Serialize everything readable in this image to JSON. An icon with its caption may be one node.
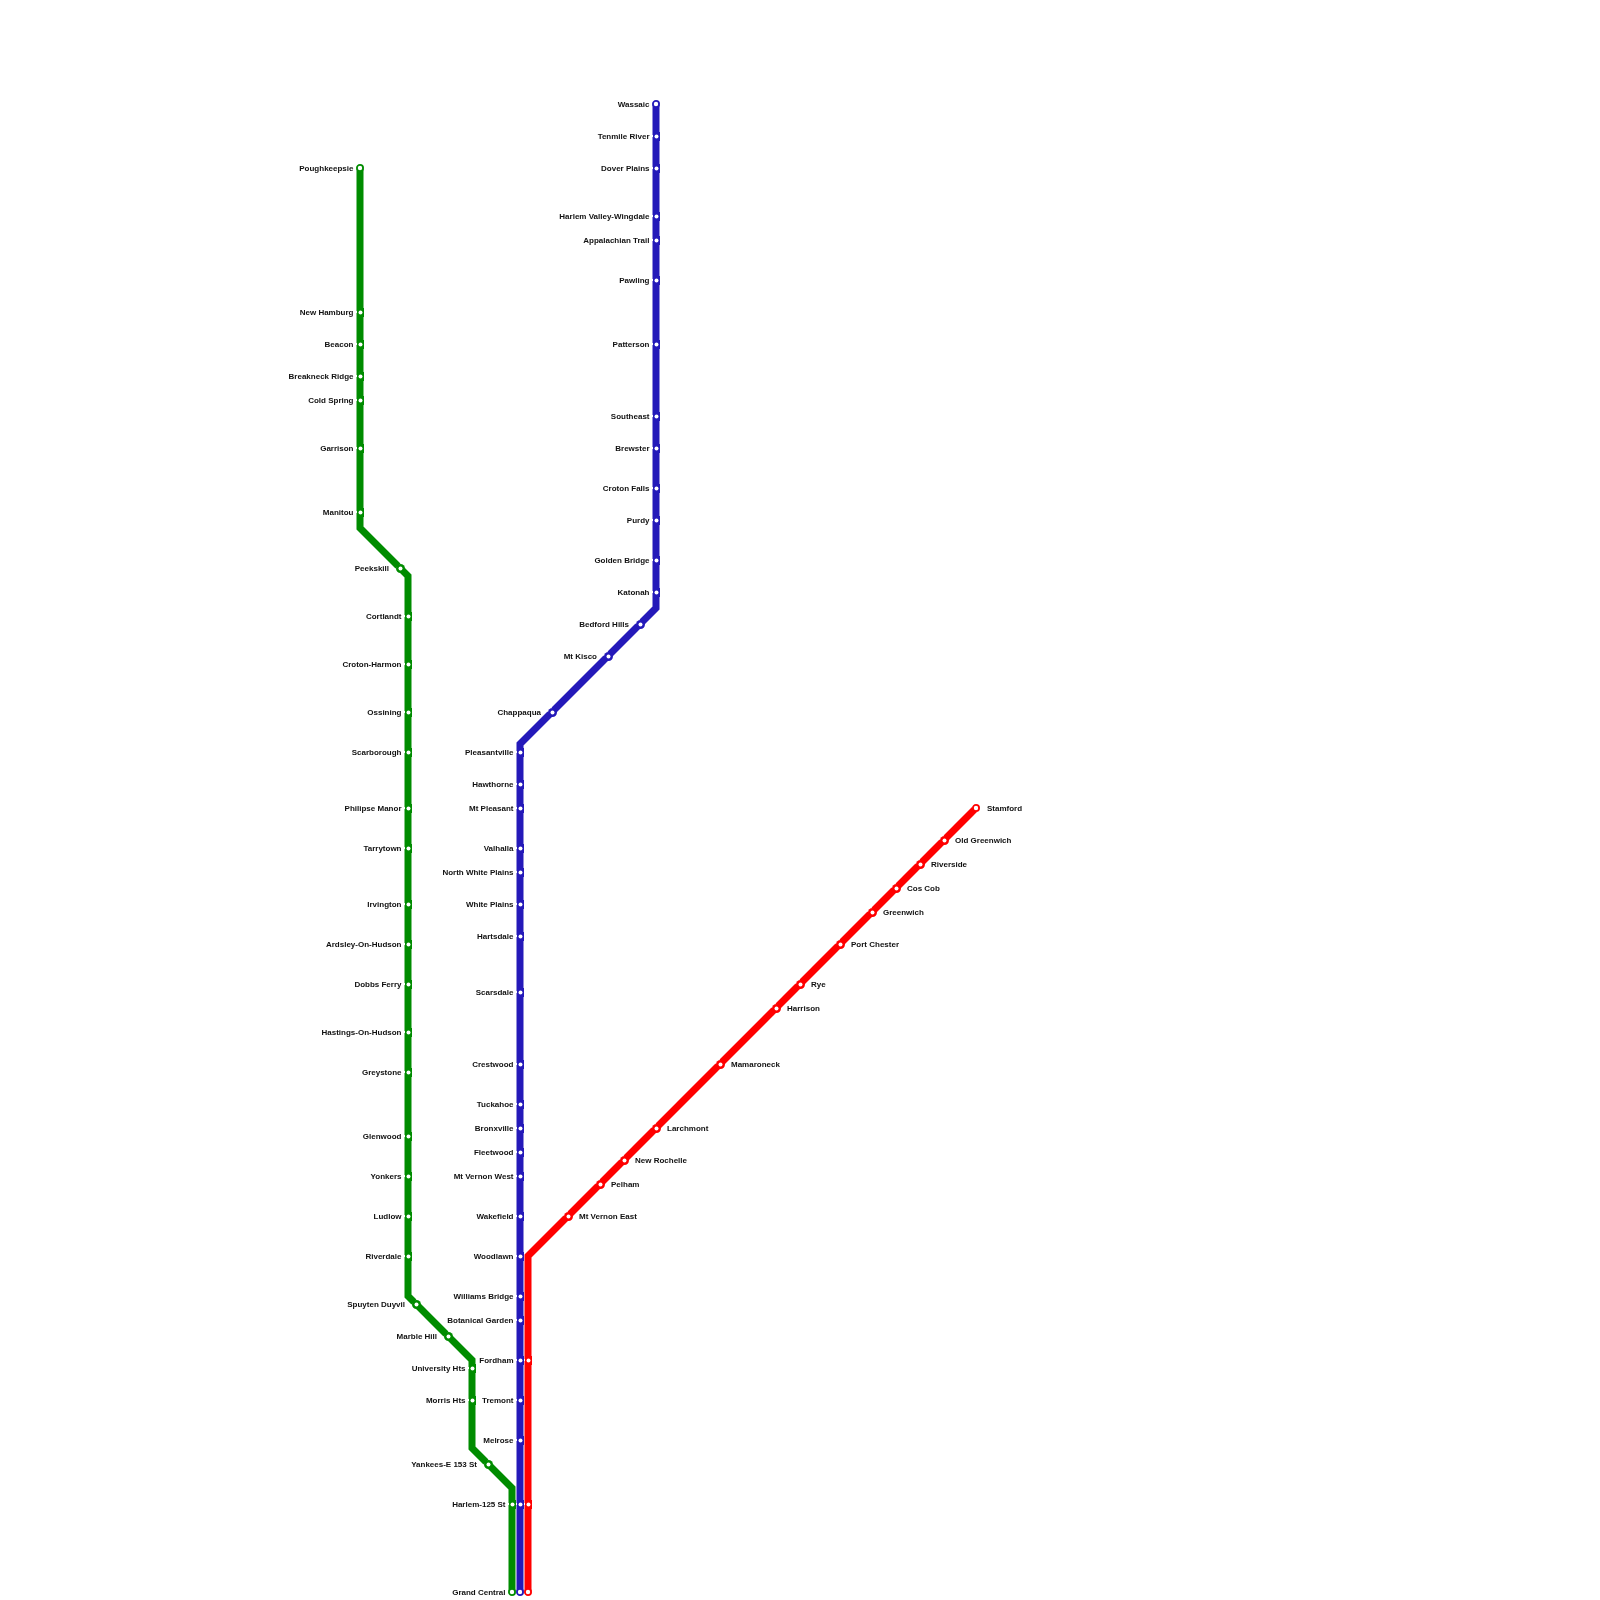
{
  "diagram": {
    "nodes": [
      {
        "text": [
          "Poughkeepsie"
        ]
      },
      {
        "text": [
          "New Hamburg"
        ]
      },
      {
        "text": [
          "Beacon"
        ]
      },
      {
        "text": [
          "Breakneck Ridge"
        ]
      },
      {
        "text": [
          "Cold Spring"
        ]
      },
      {
        "text": [
          "Garrison"
        ]
      },
      {
        "text": [
          "Manitou"
        ]
      },
      {
        "text": [
          "Peekskill"
        ]
      },
      {
        "text": [
          "Cortlandt"
        ]
      },
      {
        "text": [
          "Croton-Harmon"
        ]
      },
      {
        "text": [
          "Ossining"
        ]
      },
      {
        "text": [
          "Scarborough"
        ]
      },
      {
        "text": [
          "Philipse Manor"
        ]
      },
      {
        "text": [
          "Tarrytown"
        ]
      },
      {
        "text": [
          "Irvington"
        ]
      },
      {
        "text": [
          "Ardsley-On-Hudson"
        ]
      },
      {
        "text": [
          "Dobbs Ferry"
        ]
      },
      {
        "text": [
          "Hastings-On-Hudson"
        ]
      },
      {
        "text": [
          "Greystone"
        ]
      },
      {
        "text": [
          "Glenwood"
        ]
      },
      {
        "text": [
          "Yonkers"
        ]
      },
      {
        "text": [
          "Ludlow"
        ]
      },
      {
        "text": [
          "Riverdale"
        ]
      },
      {
        "text": [
          "Spuyten Duyvil"
        ]
      },
      {
        "text": [
          "Marble Hill"
        ]
      },
      {
        "text": [
          "University Hts"
        ]
      },
      {
        "text": [
          "Morris Hts"
        ]
      },
      {
        "text": [
          "Yankees-E 153 St"
        ]
      },
      {
        "text": [
          "Wassaic"
        ]
      },
      {
        "text": [
          "Tenmile River"
        ]
      },
      {
        "text": [
          "Dover Plains"
        ]
      },
      {
        "text": [
          "Harlem Valley-Wingdale"
        ]
      },
      {
        "text": [
          "Appalachian Trail"
        ]
      },
      {
        "text": [
          "Pawling"
        ]
      },
      {
        "text": [
          "Patterson"
        ]
      },
      {
        "text": [
          "Southeast"
        ]
      },
      {
        "text": [
          "Brewster"
        ]
      },
      {
        "text": [
          "Croton Falls"
        ]
      },
      {
        "text": [
          "Purdy"
        ]
      },
      {
        "text": [
          "Golden Bridge"
        ]
      },
      {
        "text": [
          "Katonah"
        ]
      },
      {
        "text": [
          "Bedford Hills"
        ]
      },
      {
        "text": [
          "Mt Kisco"
        ]
      },
      {
        "text": [
          "Chappaqua"
        ]
      },
      {
        "text": [
          "Pleasantville"
        ]
      },
      {
        "text": [
          "Hawthorne"
        ]
      },
      {
        "text": [
          "Mt Pleasant"
        ]
      },
      {
        "text": [
          "Valhalla"
        ]
      },
      {
        "text": [
          "North White Plains"
        ]
      },
      {
        "text": [
          "White Plains"
        ]
      },
      {
        "text": [
          "Hartsdale"
        ]
      },
      {
        "text": [
          "Scarsdale"
        ]
      },
      {
        "text": [
          "Crestwood"
        ]
      },
      {
        "text": [
          "Tuckahoe"
        ]
      },
      {
        "text": [
          "Bronxville"
        ]
      },
      {
        "text": [
          "Fleetwood"
        ]
      },
      {
        "text": [
          "Mt Vernon West"
        ]
      },
      {
        "text": [
          "Wakefield"
        ]
      },
      {
        "text": [
          "Woodlawn"
        ]
      },
      {
        "text": [
          "Williams Bridge"
        ]
      },
      {
        "text": [
          "Botanical Garden"
        ]
      },
      {
        "text": [
          "Fordham"
        ]
      },
      {
        "text": [
          "Tremont"
        ]
      },
      {
        "text": [
          "Melrose"
        ]
      },
      {
        "text": [
          "Harlem-125 St"
        ]
      },
      {
        "text": [
          "Grand Central"
        ]
      },
      {
        "text": [
          "Stamford"
        ]
      },
      {
        "text": [
          "Old Greenwich"
        ]
      },
      {
        "text": [
          "Riverside"
        ]
      },
      {
        "text": [
          "Cos Cob"
        ]
      },
      {
        "text": [
          "Greenwich"
        ]
      },
      {
        "text": [
          "Port Chester"
        ]
      },
      {
        "text": [
          "Rye"
        ]
      },
      {
        "text": [
          "Harrison"
        ]
      },
      {
        "text": [
          "Mamaroneck"
        ]
      },
      {
        "text": [
          "Larchmont"
        ]
      },
      {
        "text": [
          "New Rochelle"
        ]
      },
      {
        "text": [
          "Pelham"
        ]
      },
      {
        "text": [
          "Mt Vernon East"
        ]
      }
    ],
    "edges": [
      {
        "from": 0,
        "to": 1,
        "arrow": "none",
        "color": "#008c00"
      },
      {
        "from": 1,
        "to": 2,
        "arrow": "none",
        "color": "#008c00"
      },
      {
        "from": 2,
        "to": 3,
        "arrow": "none",
        "color": "#008c00"
      },
      {
        "from": 3,
        "to": 4,
        "arrow": "none",
        "color": "#008c00"
      },
      {
        "from": 4,
        "to": 5,
        "arrow": "none",
        "color": "#008c00"
      },
      {
        "from": 5,
        "to": 6,
        "arrow": "none",
        "color": "#008c00"
      },
      {
        "from": 6,
        "to": 7,
        "arrow": "none",
        "color": "#008c00"
      },
      {
        "from": 7,
        "to": 8,
        "arrow": "none",
        "color": "#008c00"
      },
      {
        "from": 8,
        "to": 9,
        "arrow": "none",
        "color": "#008c00"
      },
      {
        "from": 9,
        "to": 10,
        "arrow": "none",
        "color": "#008c00"
      },
      {
        "from": 10,
        "to": 11,
        "arrow": "none",
        "color": "#008c00"
      },
      {
        "from": 11,
        "to": 12,
        "arrow": "none",
        "color": "#008c00"
      },
      {
        "from": 12,
        "to": 13,
        "arrow": "none",
        "color": "#008c00"
      },
      {
        "from": 13,
        "to": 14,
        "arrow": "none",
        "color": "#008c00"
      },
      {
        "from": 14,
        "to": 15,
        "arrow": "none",
        "color": "#008c00"
      },
      {
        "from": 15,
        "to": 16,
        "arrow": "none",
        "color": "#008c00"
      },
      {
        "from": 16,
        "to": 17,
        "arrow": "none",
        "color": "#008c00"
      },
      {
        "from": 17,
        "to": 18,
        "arrow": "none",
        "color": "#008c00"
      },
      {
        "from": 18,
        "to": 19,
        "arrow": "none",
        "color": "#008c00"
      },
      {
        "from": 19,
        "to": 20,
        "arrow": "none",
        "color": "#008c00"
      },
      {
        "from": 20,
        "to": 21,
        "arrow": "none",
        "color": "#008c00"
      },
      {
        "from": 21,
        "to": 22,
        "arrow": "none",
        "color": "#008c00"
      },
      {
        "from": 22,
        "to": 23,
        "arrow": "none",
        "color": "#008c00"
      },
      {
        "from": 23,
        "to": 24,
        "arrow": "none",
        "color": "#008c00"
      },
      {
        "from": 24,
        "to": 25,
        "arrow": "none",
        "color": "#008c00"
      },
      {
        "from": 25,
        "to": 26,
        "arrow": "none",
        "color": "#008c00"
      },
      {
        "from": 26,
        "to": 27,
        "arrow": "none",
        "color": "#008c00"
      },
      {
        "from": 27,
        "to": 64,
        "arrow": "none",
        "color": "#008c00"
      },
      {
        "from": 64,
        "to": 65,
        "arrow": "none",
        "color": "#008c00"
      },
      {
        "from": 28,
        "to": 29,
        "arrow": "none",
        "color": "#2419b9"
      },
      {
        "from": 29,
        "to": 30,
        "arrow": "none",
        "color": "#2419b9"
      },
      {
        "from": 30,
        "to": 31,
        "arrow": "none",
        "color": "#2419b9"
      },
      {
        "from": 31,
        "to": 32,
        "arrow": "none",
        "color": "#2419b9"
      },
      {
        "from": 32,
        "to": 33,
        "arrow": "none",
        "color": "#2419b9"
      },
      {
        "from": 33,
        "to": 34,
        "arrow": "none",
        "color": "#2419b9"
      },
      {
        "from": 34,
        "to": 35,
        "arrow": "none",
        "color": "#2419b9"
      },
      {
        "from": 35,
        "to": 36,
        "arrow": "none",
        "color": "#2419b9"
      },
      {
        "from": 36,
        "to": 37,
        "arrow": "none",
        "color": "#2419b9"
      },
      {
        "from": 37,
        "to": 38,
        "arrow": "none",
        "color": "#2419b9"
      },
      {
        "from": 38,
        "to": 39,
        "arrow": "none",
        "color": "#2419b9"
      },
      {
        "from": 39,
        "to": 40,
        "arrow": "none",
        "color": "#2419b9"
      },
      {
        "from": 40,
        "to": 41,
        "arrow": "none",
        "color": "#2419b9"
      },
      {
        "from": 41,
        "to": 42,
        "arrow": "none",
        "color": "#2419b9"
      },
      {
        "from": 42,
        "to": 43,
        "arrow": "none",
        "color": "#2419b9"
      },
      {
        "from": 43,
        "to": 44,
        "arrow": "none",
        "color": "#2419b9"
      },
      {
        "from": 44,
        "to": 45,
        "arrow": "none",
        "color": "#2419b9"
      },
      {
        "from": 45,
        "to": 46,
        "arrow": "none",
        "color": "#2419b9"
      },
      {
        "from": 46,
        "to": 47,
        "arrow": "none",
        "color": "#2419b9"
      },
      {
        "from": 47,
        "to": 48,
        "arrow": "none",
        "color": "#2419b9"
      },
      {
        "from": 48,
        "to": 49,
        "arrow": "none",
        "color": "#2419b9"
      },
      {
        "from": 49,
        "to": 50,
        "arrow": "none",
        "color": "#2419b9"
      },
      {
        "from": 50,
        "to": 51,
        "arrow": "none",
        "color": "#2419b9"
      },
      {
        "from": 51,
        "to": 52,
        "arrow": "none",
        "color": "#2419b9"
      },
      {
        "from": 52,
        "to": 53,
        "arrow": "none",
        "color": "#2419b9"
      },
      {
        "from": 53,
        "to": 54,
        "arrow": "none",
        "color": "#2419b9"
      },
      {
        "from": 54,
        "to": 55,
        "arrow": "none",
        "color": "#2419b9"
      },
      {
        "from": 55,
        "to": 56,
        "arrow": "none",
        "color": "#2419b9"
      },
      {
        "from": 56,
        "to": 57,
        "arrow": "none",
        "color": "#2419b9"
      },
      {
        "from": 57,
        "to": 58,
        "arrow": "none",
        "color": "#2419b9"
      },
      {
        "from": 58,
        "to": 59,
        "arrow": "none",
        "color": "#2419b9"
      },
      {
        "from": 59,
        "to": 60,
        "arrow": "none",
        "color": "#2419b9"
      },
      {
        "from": 60,
        "to": 61,
        "arrow": "none",
        "color": "#2419b9"
      },
      {
        "from": 61,
        "to": 62,
        "arrow": "none",
        "color": "#2419b9"
      },
      {
        "from": 62,
        "to": 63,
        "arrow": "none",
        "color": "#2419b9"
      },
      {
        "from": 63,
        "to": 64,
        "arrow": "none",
        "color": "#2419b9"
      },
      {
        "from": 64,
        "to": 65,
        "arrow": "none",
        "color": "#2419b9"
      },
      {
        "from": 66,
        "to": 67,
        "arrow": "none",
        "color": "#ff0000"
      },
      {
        "from": 67,
        "to": 68,
        "arrow": "none",
        "color": "#ff0000"
      },
      {
        "from": 68,
        "to": 69,
        "arrow": "none",
        "color": "#ff0000"
      },
      {
        "from": 69,
        "to": 70,
        "arrow": "none",
        "color": "#ff0000"
      },
      {
        "from": 70,
        "to": 71,
        "arrow": "none",
        "color": "#ff0000"
      },
      {
        "from": 71,
        "to": 72,
        "arrow": "none",
        "color": "#ff0000"
      },
      {
        "from": 72,
        "to": 73,
        "arrow": "none",
        "color": "#ff0000"
      },
      {
        "from": 73,
        "to": 74,
        "arrow": "none",
        "color": "#ff0000"
      },
      {
        "from": 74,
        "to": 75,
        "arrow": "none",
        "color": "#ff0000"
      },
      {
        "from": 75,
        "to": 76,
        "arrow": "none",
        "color": "#ff0000"
      },
      {
        "from": 76,
        "to": 77,
        "arrow": "none",
        "color": "#ff0000"
      },
      {
        "from": 77,
        "to": 78,
        "arrow": "none",
        "color": "#ff0000"
      },
      {
        "from": 78,
        "to": 61,
        "arrow": "none",
        "color": "#ff0000"
      },
      {
        "from": 61,
        "to": 64,
        "arrow": "none",
        "color": "#ff0000"
      },
      {
        "from": 64,
        "to": 65,
        "arrow": "none",
        "color": "#ff0000"
      }
    ]
  }
}
